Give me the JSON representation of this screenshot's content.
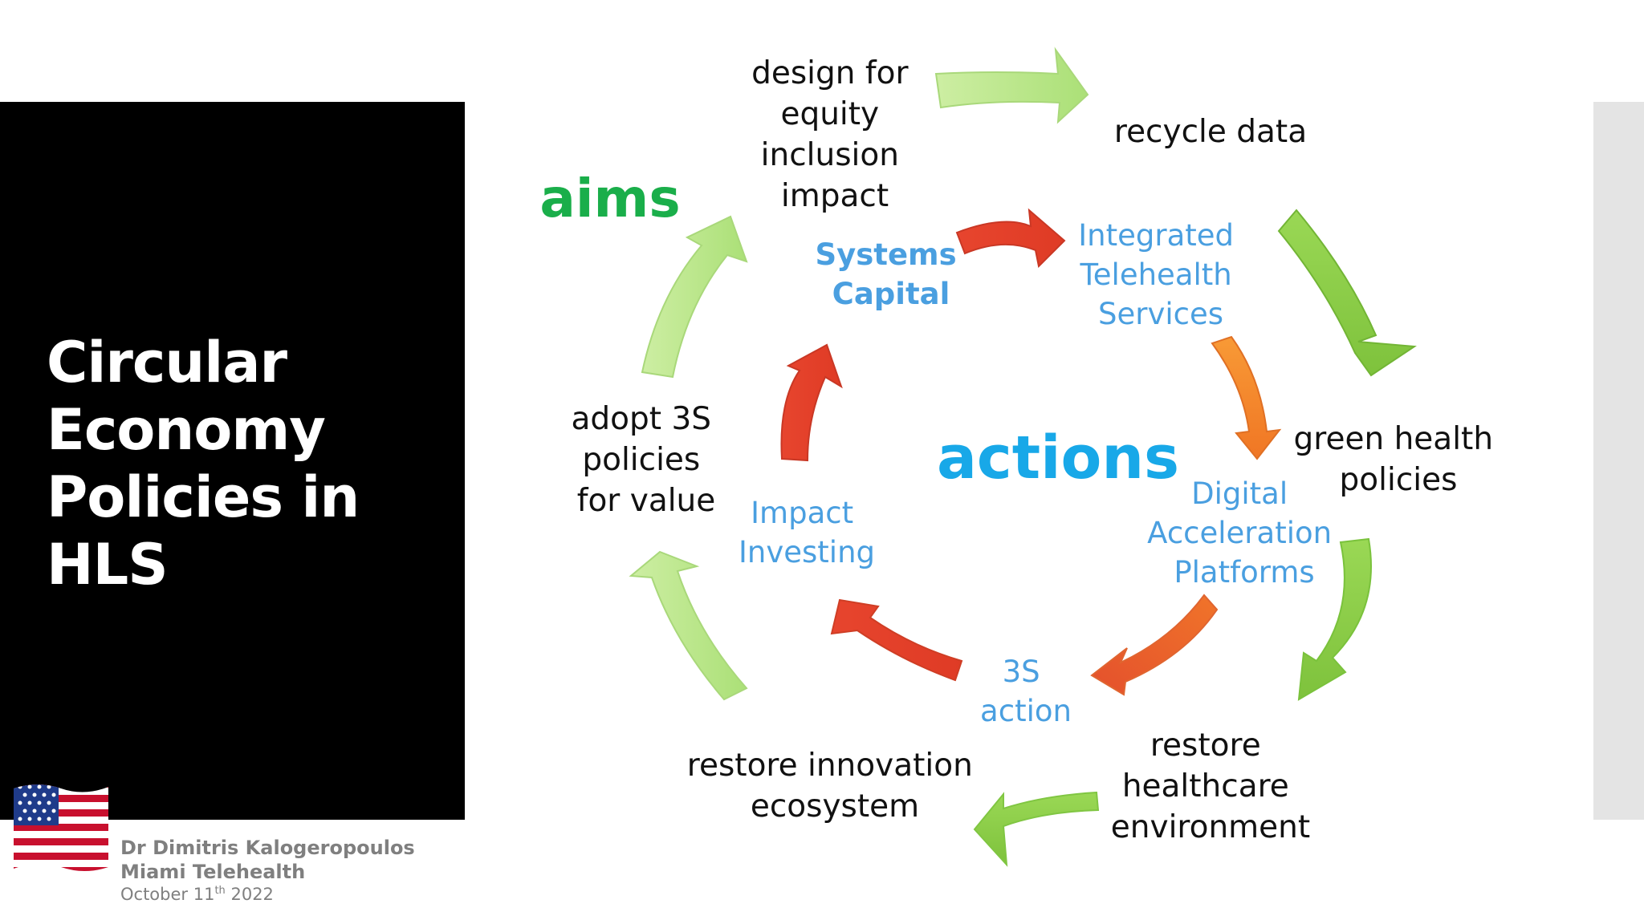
{
  "slide": {
    "title_lines": [
      "Circular",
      "Economy",
      "Policies in",
      "HLS"
    ],
    "author": "Dr Dimitris Kalogeropoulos",
    "event": "Miami Telehealth",
    "date_prefix": "October 11",
    "date_suffix": "th",
    "date_year": " 2022",
    "flag_icon": "us-flag-icon"
  },
  "diagram": {
    "aims_label": "aims",
    "actions_label": "actions",
    "outer_cycle": [
      {
        "id": "design",
        "lines": [
          "design for",
          "equity",
          "inclusion",
          "impact"
        ]
      },
      {
        "id": "recycle",
        "lines": [
          "recycle data"
        ]
      },
      {
        "id": "green",
        "lines": [
          "green health",
          "policies"
        ]
      },
      {
        "id": "restore-healthcare",
        "lines": [
          "restore",
          "healthcare",
          "environment"
        ]
      },
      {
        "id": "restore-innovation",
        "lines": [
          "restore innovation",
          "ecosystem"
        ]
      },
      {
        "id": "adopt",
        "lines": [
          "adopt 3S",
          "policies",
          "for value"
        ]
      }
    ],
    "inner_cycle": [
      {
        "id": "systems-capital",
        "lines": [
          "Systems",
          "Capital"
        ]
      },
      {
        "id": "telehealth",
        "lines": [
          "Integrated",
          "Telehealth",
          "Services"
        ]
      },
      {
        "id": "digital",
        "lines": [
          "Digital",
          "Acceleration",
          "Platforms"
        ]
      },
      {
        "id": "3s-action",
        "lines": [
          "3S",
          "action"
        ]
      },
      {
        "id": "impact-investing",
        "lines": [
          "Impact",
          "Investing"
        ]
      }
    ],
    "colors": {
      "outer_arrow_light": "#bde889",
      "outer_arrow_dark": "#86cd43",
      "inner_arrow_red": "#e5442f",
      "inner_arrow_orange": "#f4842a",
      "inner_text": "#4a9fe0",
      "aims_text": "#1aae4a",
      "actions_text": "#18a8e8"
    }
  }
}
